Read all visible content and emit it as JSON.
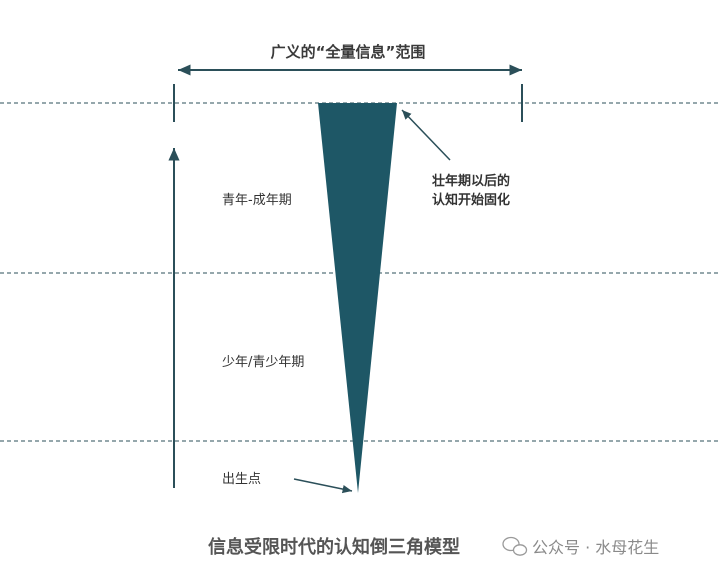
{
  "diagram": {
    "top_label": "广义的“全量信息”范围",
    "side_labels": {
      "upper": "青年-成年期",
      "middle": "少年/青少年期",
      "birth": "出生点"
    },
    "annotation": {
      "line1": "壮年期以后的",
      "line2": "认知开始固化"
    },
    "caption": "信息受限时代的认知倒三角模型",
    "watermark": "公众号 · 水母花生",
    "colors": {
      "triangle": "#1e5766",
      "lines": "#2b4f59",
      "text": "#333333"
    }
  }
}
